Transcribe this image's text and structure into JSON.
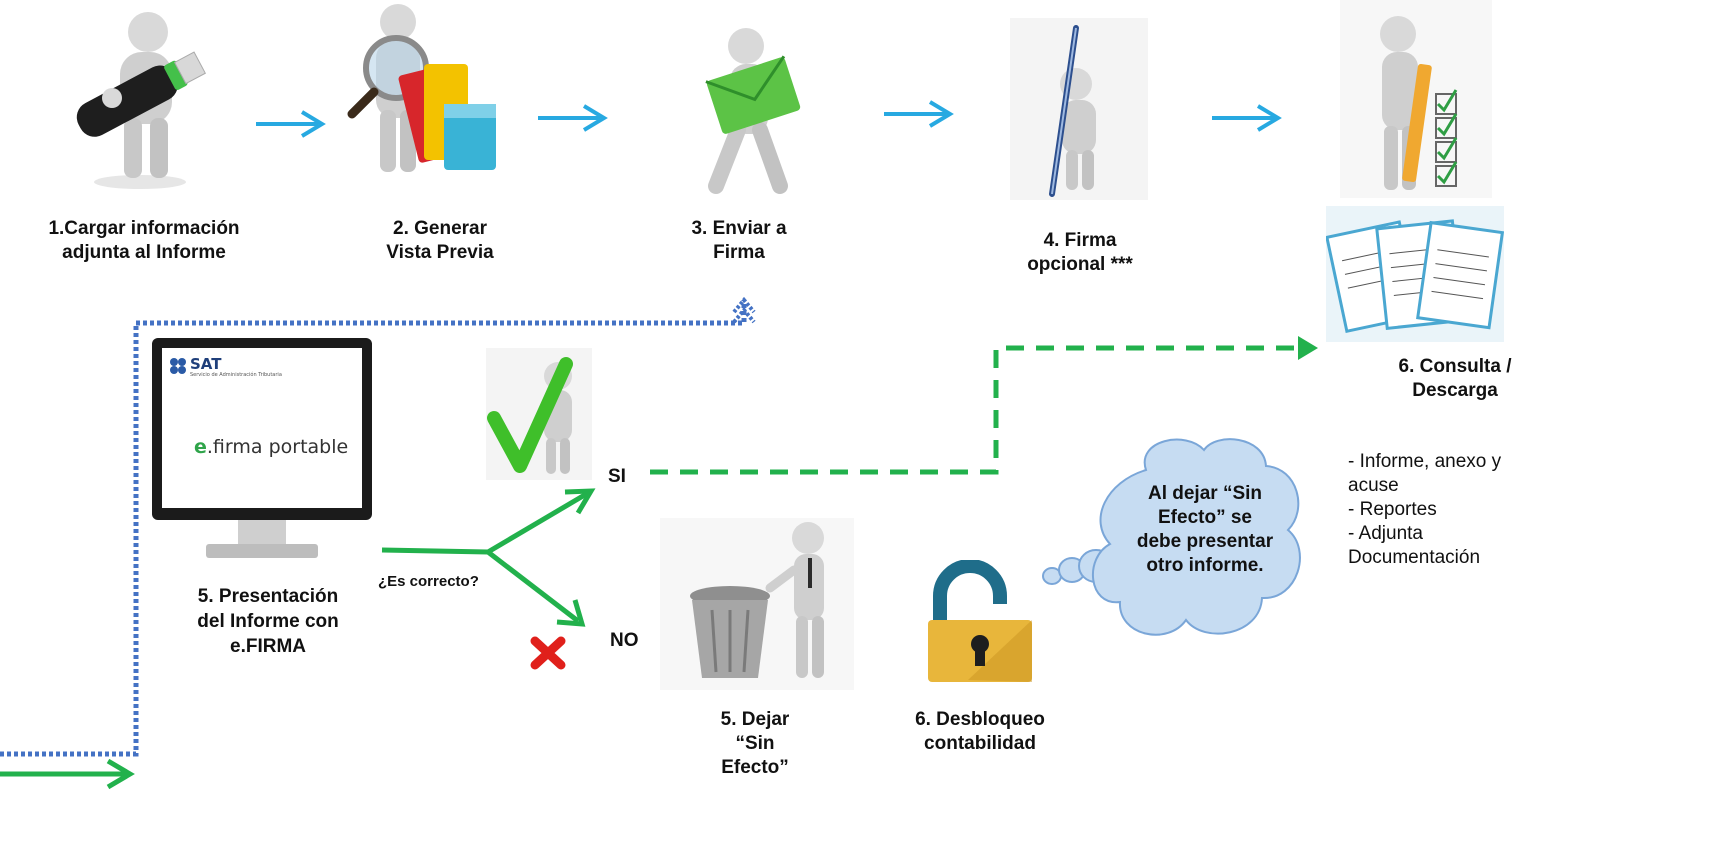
{
  "steps": {
    "s1": "1.Cargar información\nadjunta al Informe",
    "s2": "2. Generar\nVista Previa",
    "s3": "3. Enviar a\nFirma",
    "s4": "4. Firma\nopcional ***",
    "s6": "6. Consulta /\nDescarga",
    "s5": "5. Presentación\ndel Informe con\ne.FIRMA",
    "s5b": "5. Dejar\n“Sin\nEfecto”",
    "s6b": "6. Desbloqueo\ncontabilidad"
  },
  "decision": {
    "question": "¿Es correcto?",
    "yes": "SI",
    "no": "NO"
  },
  "cloud": "Al dejar “Sin\nEfecto” se\ndebe presentar\notro informe.",
  "download_items": "- Informe, anexo y\nacuse\n- Reportes\n- Adjunta\nDocumentación",
  "monitor": {
    "brand": "SAT",
    "subtitle": "Servicio de Administración Tributaria",
    "product_prefix": "e",
    "product_rest": ".firma portable"
  },
  "colors": {
    "arrow_blue": "#27a9e1",
    "dotted_blue": "#4472c4",
    "green": "#22b14c",
    "red": "#e0201b"
  }
}
